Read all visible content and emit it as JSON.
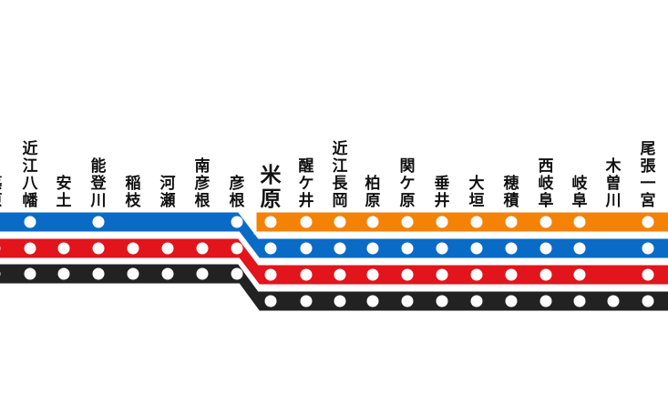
{
  "colors": {
    "blue": "#0a6bc6",
    "orange": "#f58205",
    "red": "#e2141c",
    "black": "#222222",
    "stop": "#ffffff"
  },
  "lines": [
    {
      "color": "blue"
    },
    {
      "color": "red"
    },
    {
      "color": "black"
    },
    {
      "color": "orange"
    }
  ],
  "stations": [
    {
      "name": "篠原",
      "major": false,
      "stops": {
        "blue": false,
        "red": true,
        "black": true
      }
    },
    {
      "name": "近江八幡",
      "major": false,
      "stops": {
        "blue": true,
        "red": true,
        "black": true
      }
    },
    {
      "name": "安土",
      "major": false,
      "stops": {
        "blue": false,
        "red": true,
        "black": true
      }
    },
    {
      "name": "能登川",
      "major": false,
      "stops": {
        "blue": true,
        "red": true,
        "black": true
      }
    },
    {
      "name": "稲枝",
      "major": false,
      "stops": {
        "blue": false,
        "red": true,
        "black": true
      }
    },
    {
      "name": "河瀬",
      "major": false,
      "stops": {
        "blue": false,
        "red": true,
        "black": true
      }
    },
    {
      "name": "南彦根",
      "major": false,
      "stops": {
        "blue": false,
        "red": true,
        "black": true
      }
    },
    {
      "name": "彦根",
      "major": false,
      "stops": {
        "blue": true,
        "red": true,
        "black": true
      }
    },
    {
      "name": "米原",
      "major": true,
      "stops": {
        "orange": true,
        "blue": true,
        "red": true,
        "black": true
      }
    },
    {
      "name": "醒ケ井",
      "major": false,
      "stops": {
        "orange": true,
        "blue": true,
        "red": true,
        "black": true
      }
    },
    {
      "name": "近江長岡",
      "major": false,
      "stops": {
        "orange": true,
        "blue": true,
        "red": true,
        "black": true
      }
    },
    {
      "name": "柏原",
      "major": false,
      "stops": {
        "orange": true,
        "blue": true,
        "red": true,
        "black": true
      }
    },
    {
      "name": "関ケ原",
      "major": false,
      "stops": {
        "orange": true,
        "blue": true,
        "red": true,
        "black": true
      }
    },
    {
      "name": "垂井",
      "major": false,
      "stops": {
        "orange": true,
        "blue": true,
        "red": true,
        "black": true
      }
    },
    {
      "name": "大垣",
      "major": false,
      "stops": {
        "orange": true,
        "blue": true,
        "red": true,
        "black": true
      }
    },
    {
      "name": "穂積",
      "major": false,
      "stops": {
        "orange": true,
        "blue": true,
        "red": true,
        "black": true
      }
    },
    {
      "name": "西岐阜",
      "major": false,
      "stops": {
        "orange": true,
        "blue": true,
        "red": true,
        "black": true
      }
    },
    {
      "name": "岐阜",
      "major": false,
      "stops": {
        "orange": true,
        "blue": true,
        "red": true,
        "black": true
      }
    },
    {
      "name": "木曽川",
      "major": false,
      "stops": {
        "orange": false,
        "blue": false,
        "red": false,
        "black": true
      }
    },
    {
      "name": "尾張一宮",
      "major": false,
      "stops": {
        "orange": true,
        "blue": true,
        "red": true,
        "black": true
      }
    }
  ]
}
